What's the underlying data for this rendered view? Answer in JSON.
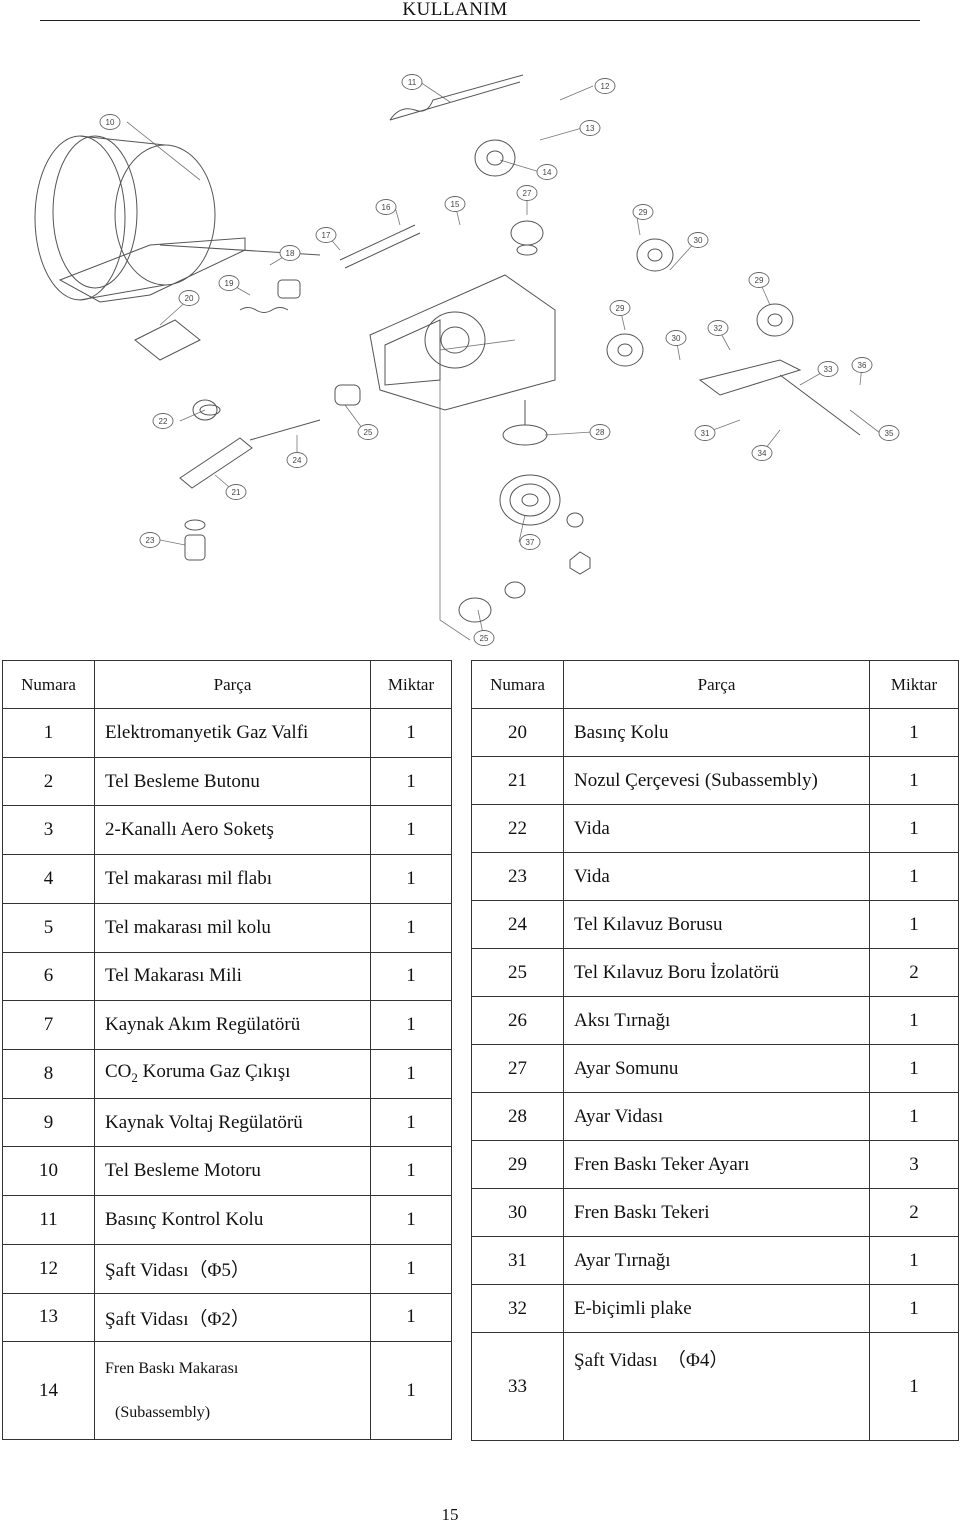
{
  "header": {
    "title": "KULLANIM"
  },
  "diagram": {
    "callouts": [
      {
        "id": "c10",
        "label": "10"
      },
      {
        "id": "c11",
        "label": "11"
      },
      {
        "id": "c12",
        "label": "12"
      },
      {
        "id": "c13",
        "label": "13"
      },
      {
        "id": "c14",
        "label": "14"
      },
      {
        "id": "c27",
        "label": "27"
      },
      {
        "id": "c16",
        "label": "16"
      },
      {
        "id": "c15",
        "label": "15"
      },
      {
        "id": "c17",
        "label": "17"
      },
      {
        "id": "c18",
        "label": "18"
      },
      {
        "id": "c29a",
        "label": "29"
      },
      {
        "id": "c30a",
        "label": "30"
      },
      {
        "id": "c19",
        "label": "19"
      },
      {
        "id": "c20",
        "label": "20"
      },
      {
        "id": "c29b",
        "label": "29"
      },
      {
        "id": "c29c",
        "label": "29"
      },
      {
        "id": "c30b",
        "label": "30"
      },
      {
        "id": "c32",
        "label": "32"
      },
      {
        "id": "c33",
        "label": "33"
      },
      {
        "id": "c36",
        "label": "36"
      },
      {
        "id": "c22",
        "label": "22"
      },
      {
        "id": "c25a",
        "label": "25"
      },
      {
        "id": "c28",
        "label": "28"
      },
      {
        "id": "c31",
        "label": "31"
      },
      {
        "id": "c35",
        "label": "35"
      },
      {
        "id": "c24",
        "label": "24"
      },
      {
        "id": "c34",
        "label": "34"
      },
      {
        "id": "c21",
        "label": "21"
      },
      {
        "id": "c23",
        "label": "23"
      },
      {
        "id": "c37",
        "label": "37"
      },
      {
        "id": "c25b",
        "label": "25"
      }
    ]
  },
  "table": {
    "headers": {
      "number": "Numara",
      "part": "Parça",
      "qty": "Miktar"
    },
    "left_rows": [
      {
        "num": "1",
        "part": "Elektromanyetik Gaz Valfi",
        "qty": "1"
      },
      {
        "num": "2",
        "part": "Tel Besleme Butonu",
        "qty": "1"
      },
      {
        "num": "3",
        "part": "2-Kanallı Aero Soketş",
        "qty": "1"
      },
      {
        "num": "4",
        "part": "Tel makarası mil flabı",
        "qty": "1"
      },
      {
        "num": "5",
        "part": "Tel makarası mil kolu",
        "qty": "1"
      },
      {
        "num": "6",
        "part": "Tel Makarası Mili",
        "qty": "1"
      },
      {
        "num": "7",
        "part": "Kaynak Akım Regülatörü",
        "qty": "1"
      },
      {
        "num": "8",
        "part_pre": "CO",
        "part_sub": "2",
        "part_post": " Koruma Gaz Çıkışı",
        "qty": "1"
      },
      {
        "num": "9",
        "part": "Kaynak Voltaj Regülatörü",
        "qty": "1"
      },
      {
        "num": "10",
        "part": "Tel Besleme Motoru",
        "qty": "1"
      },
      {
        "num": "11",
        "part": "Basınç Kontrol Kolu",
        "qty": "1"
      },
      {
        "num": "12",
        "part": "Şaft Vidası（Φ5）",
        "qty": "1"
      },
      {
        "num": "13",
        "part": "Şaft Vidası（Φ2）",
        "qty": "1"
      },
      {
        "num": "14",
        "part_line1": "Fren Baskı Makarası",
        "part_line2": "(Subassembly)",
        "qty": "1"
      }
    ],
    "right_rows": [
      {
        "num": "20",
        "part": "Basınç Kolu",
        "qty": "1"
      },
      {
        "num": "21",
        "part": "Nozul Çerçevesi (Subassembly)",
        "qty": "1"
      },
      {
        "num": "22",
        "part": "Vida",
        "qty": "1"
      },
      {
        "num": "23",
        "part": "Vida",
        "qty": "1"
      },
      {
        "num": "24",
        "part": "Tel Kılavuz Borusu",
        "qty": "1"
      },
      {
        "num": "25",
        "part": "Tel Kılavuz Boru İzolatörü",
        "qty": "2"
      },
      {
        "num": "26",
        "part": "Aksı Tırnağı",
        "qty": "1"
      },
      {
        "num": "27",
        "part": "Ayar Somunu",
        "qty": "1"
      },
      {
        "num": "28",
        "part": "Ayar Vidası",
        "qty": "1"
      },
      {
        "num": "29",
        "part": "Fren Baskı Teker Ayarı",
        "qty": "3"
      },
      {
        "num": "30",
        "part": "Fren Baskı Tekeri",
        "qty": "2"
      },
      {
        "num": "31",
        "part": "Ayar Tırnağı",
        "qty": "1"
      },
      {
        "num": "32",
        "part": "E-biçimli plake",
        "qty": "1"
      },
      {
        "num": "33",
        "part": "Şaft Vidası  （Φ4）",
        "qty": "1"
      }
    ]
  },
  "footer": {
    "page_number": "15"
  }
}
